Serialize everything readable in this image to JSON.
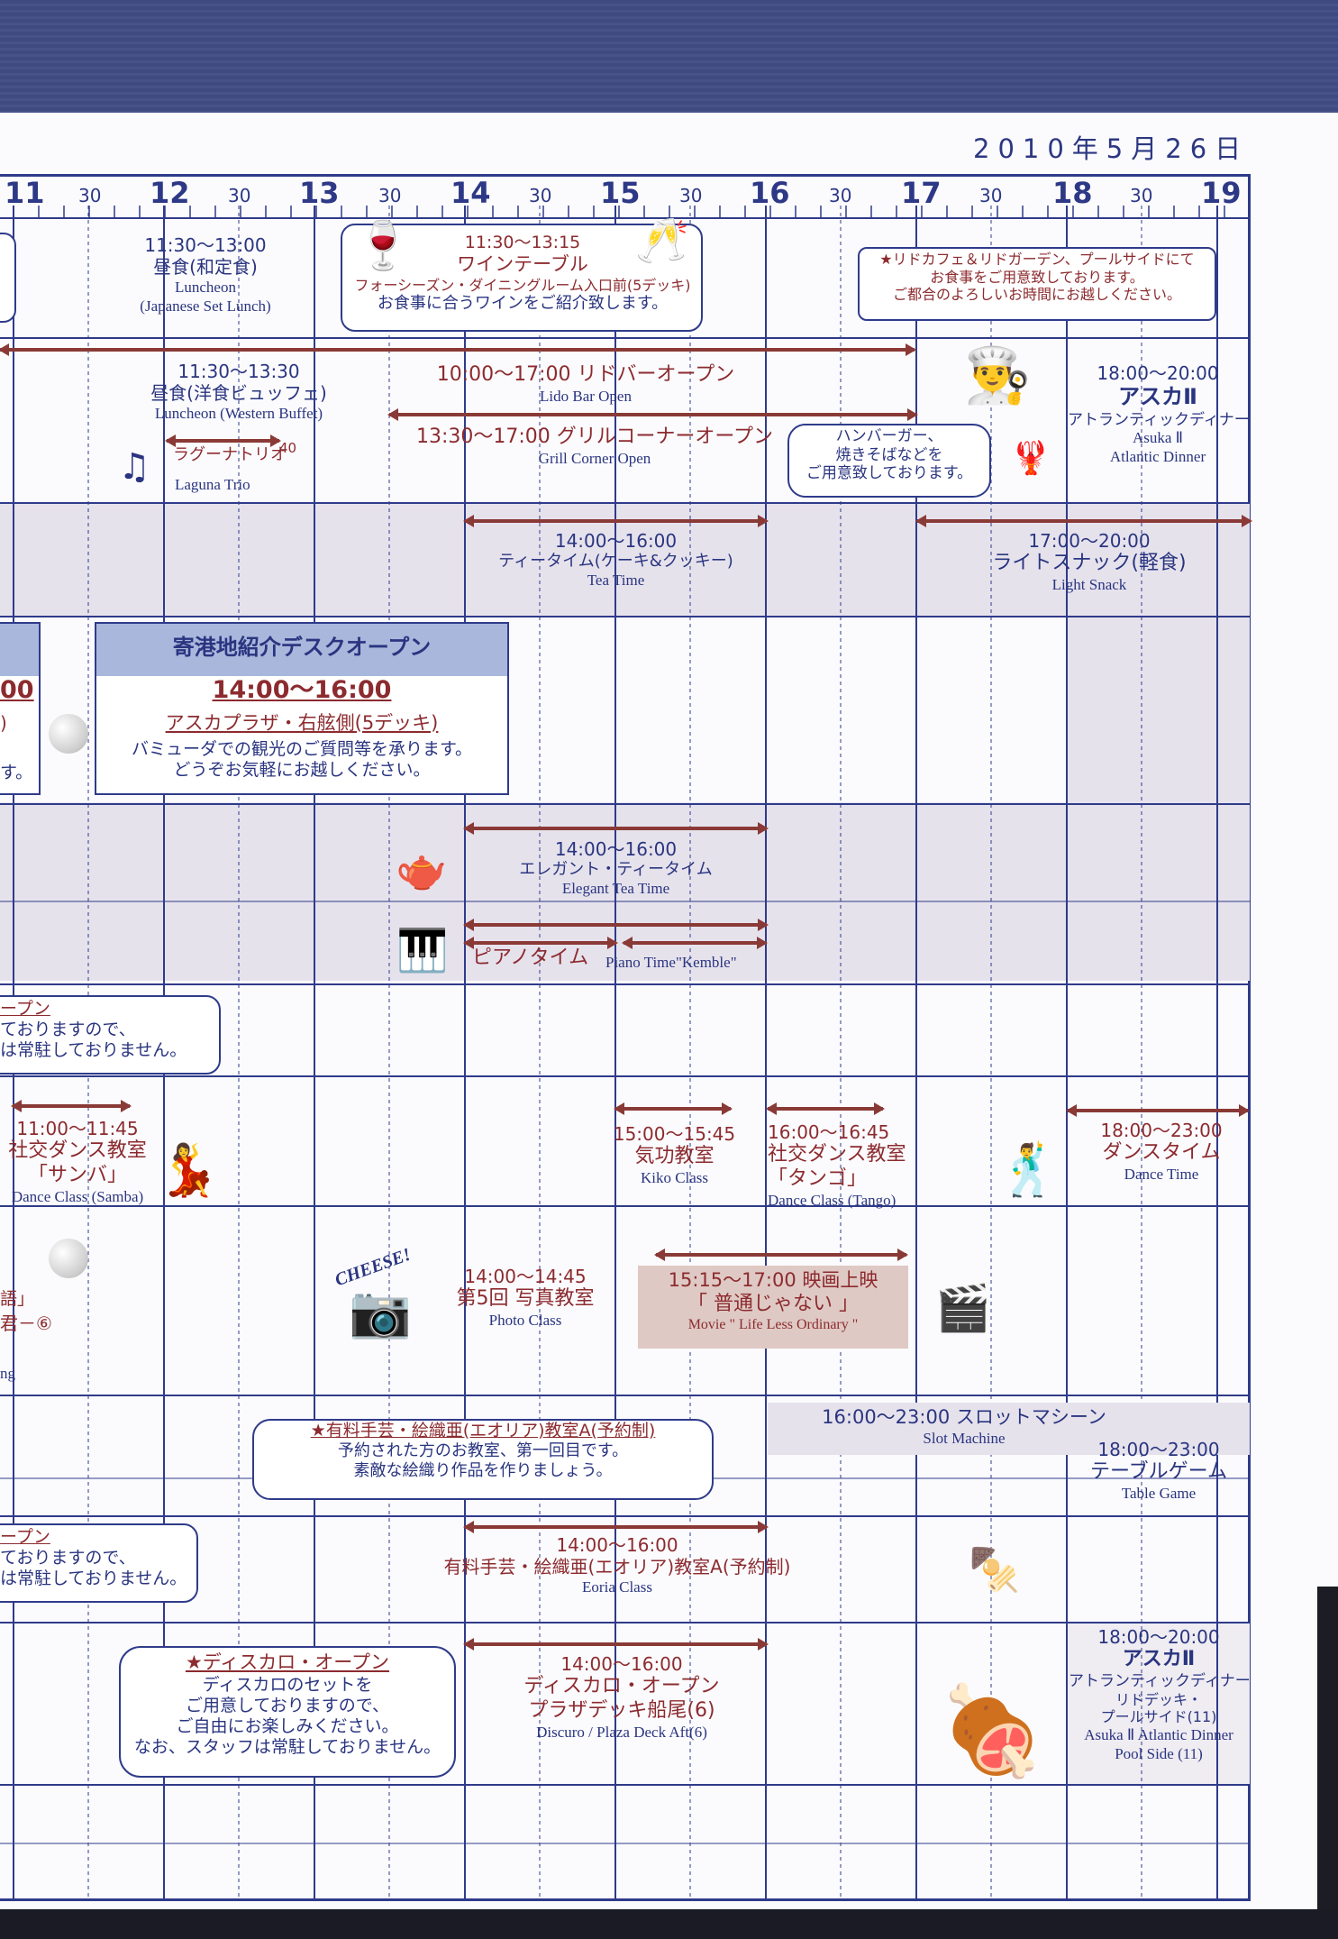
{
  "date": "2010年5月26日",
  "header": {
    "hours": [
      {
        "label": "11"
      },
      {
        "label": "12"
      },
      {
        "label": "13"
      },
      {
        "label": "14"
      },
      {
        "label": "15"
      },
      {
        "label": "16"
      },
      {
        "label": "17"
      },
      {
        "label": "18"
      },
      {
        "label": "19"
      }
    ],
    "half": "30"
  },
  "row1": {
    "lunch_jp": {
      "time": "11:30～13:00",
      "title": "昼食(和定食)",
      "en1": "Luncheon",
      "en2": "(Japanese Set Lunch)"
    },
    "wine": {
      "time": "11:30～13:15",
      "title": "ワインテーブル",
      "place": "フォーシーズン・ダイニングルーム入口前(5デッキ)",
      "desc": "お食事に合うワインをご紹介致します。"
    },
    "notice": {
      "l1": "★リドカフェ＆リドガーデン、プールサイドにて",
      "l2": "お食事をご用意致しております。",
      "l3": "ご都合のよろしいお時間にお越しください。"
    }
  },
  "row2": {
    "lunch_w": {
      "time": "11:30～13:30",
      "title": "昼食(洋食ビュッフェ)",
      "en": "Luncheon (Western Buffet)"
    },
    "laguna": {
      "jp": "ラグーナトリオ",
      "num": "40",
      "en": "Laguna Trio"
    },
    "lido": {
      "time_title": "10:00～17:00 リドバーオープン",
      "en": "Lido Bar Open"
    },
    "grill": {
      "time_title": "13:30～17:00 グリルコーナーオープン",
      "en": "Grill Corner Open"
    },
    "burger": {
      "l1": "ハンバーガー、",
      "l2": "焼きそばなどを",
      "l3": "ご用意致しております。"
    },
    "dinner": {
      "time": "18:00～20:00",
      "title": "アスカⅡ",
      "sub": "アトランティックディナー",
      "en1": "Asuka Ⅱ",
      "en2": "Atlantic Dinner"
    }
  },
  "row3": {
    "tea": {
      "time": "14:00～16:00",
      "title": "ティータイム(ケーキ&クッキー)",
      "en": "Tea Time"
    },
    "snack": {
      "time": "17:00～20:00",
      "title": "ライトスナック(軽食)",
      "en": "Light Snack"
    }
  },
  "row4": {
    "left_frag": {
      "a": "00",
      "b": ")",
      "c": "す。"
    },
    "desk": {
      "header": "寄港地紹介デスクオープン",
      "time": "14:00～16:00",
      "place": "アスカプラザ・右舷側(5デッキ)",
      "l1": "バミューダでの観光のご質問等を承ります。",
      "l2": "どうぞお気軽にお越しください。"
    }
  },
  "row5": {
    "elegant": {
      "time": "14:00～16:00",
      "title": "エレガント・ティータイム",
      "en": "Elegant Tea Time"
    },
    "piano": {
      "jp": "ピアノタイム",
      "en": "Piano Time\"Kemble\""
    }
  },
  "row6": {
    "frag": {
      "a": "ープン",
      "b": "ておりますので、",
      "c": "は常駐しておりません。"
    }
  },
  "row7": {
    "samba": {
      "time": "11:00～11:45",
      "title": "社交ダンス教室",
      "sub": "「サンバ」",
      "en": "Dance Class (Samba)"
    },
    "kiko": {
      "time": "15:00～15:45",
      "title": "気功教室",
      "en": "Kiko Class"
    },
    "tango": {
      "time": "16:00～16:45",
      "title": "社交ダンス教室",
      "sub": "「タンゴ」",
      "en": "Dance Class (Tango)"
    },
    "dance": {
      "time": "18:00～23:00",
      "title": "ダンスタイム",
      "en": "Dance Time"
    }
  },
  "row8": {
    "frag": {
      "a": "語」",
      "b": "君－⑥",
      "c": "ng"
    },
    "cheese": "CHEESE!",
    "photo": {
      "time": "14:00～14:45",
      "title": "第5回 写真教室",
      "en": "Photo Class"
    },
    "movie": {
      "time_title": "15:15～17:00 映画上映",
      "sub": "「 普通じゃない 」",
      "en": "Movie \" Life Less Ordinary \""
    }
  },
  "row9": {
    "eoria_note": {
      "title": "★有料手芸・絵織亜(エオリア)教室A(予約制)",
      "l1": "予約された方のお教室、第一回目です。",
      "l2": "素敵な絵織り作品を作りましょう。"
    },
    "slot": {
      "time_title": "16:00～23:00 スロットマシーン",
      "en": "Slot Machine"
    },
    "table": {
      "time": "18:00～23:00",
      "title": "テーブルゲーム",
      "en": "Table Game"
    }
  },
  "row10": {
    "frag": {
      "a": "ープン",
      "b": "ておりますので、",
      "c": "は常駐しておりません。"
    },
    "eoria": {
      "time": "14:00～16:00",
      "title": "有料手芸・絵織亜(エオリア)教室A(予約制)",
      "en": "Eoria Class"
    }
  },
  "row11": {
    "discuro_note": {
      "title": "★ディスカロ・オープン",
      "l1": "ディスカロのセットを",
      "l2": "ご用意しておりますので、",
      "l3": "ご自由にお楽しみください。",
      "l4": "なお、スタッフは常駐しておりません。"
    },
    "discuro": {
      "time": "14:00～16:00",
      "title": "ディスカロ・オープン",
      "sub": "プラザデッキ船尾(6)",
      "en": "Discuro / Plaza Deck Aft(6)"
    },
    "pool_dinner": {
      "time": "18:00～20:00",
      "title": "アスカⅡ",
      "sub": "アトランティックディナー",
      "sub2": "リドデッキ・",
      "sub3": "プールサイド(11)",
      "en1": "Asuka Ⅱ Atlantic Dinner",
      "en2": "Pool Side (11)"
    }
  },
  "colors": {
    "grid": "#2f3b8a",
    "arrow": "#8a3a36",
    "shade": "#e6e2ec",
    "band": "#3f4a80"
  }
}
